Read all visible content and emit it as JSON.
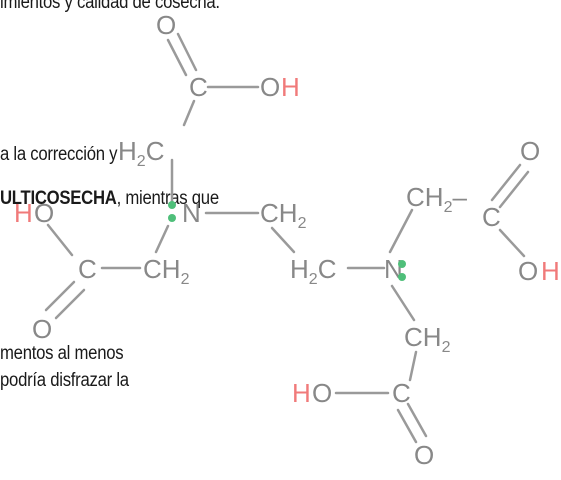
{
  "text": {
    "line1": "imientos y calidad de cosecha.",
    "line2": "a la corrección y",
    "line3_bold": "ULTICOSECHA",
    "line3_rest": ", mientras que",
    "line4": "mentos al menos",
    "line5": "podría disfrazar la"
  },
  "molecule": {
    "labels": {
      "o_top": "O",
      "c_top": "C",
      "oh_top_o": "O",
      "oh_top_h": "H",
      "h2c_top_h": "H",
      "h2c_top_sub": "2",
      "h2c_top_c": "C",
      "n_left": "N",
      "ch2_mid_c": "CH",
      "ch2_mid_sub": "2",
      "ho_left_h": "H",
      "ho_left_o": "O",
      "c_left": "C",
      "ch2_left_c": "CH",
      "ch2_left_sub": "2",
      "o_left_bottom": "O",
      "h2c_mid_h": "H",
      "h2c_mid_sub": "2",
      "h2c_mid_c": "C",
      "n_right": "N",
      "ch2_right_top_c": "CH",
      "ch2_right_top_sub": "2",
      "ch2_right_top_dash": "–",
      "c_right": "C",
      "o_right_top": "O",
      "oh_right_o": "O",
      "oh_right_h": "H",
      "ch2_right_bot_c": "CH",
      "ch2_right_bot_sub": "2",
      "ho_bot_h": "H",
      "ho_bot_o": "O",
      "c_bot": "C",
      "o_bot": "O"
    },
    "colors": {
      "bond": "#9a9a9a",
      "atom": "#888888",
      "hydrogen": "#f07a7a",
      "lone_pair": "#4fbf7a"
    }
  }
}
